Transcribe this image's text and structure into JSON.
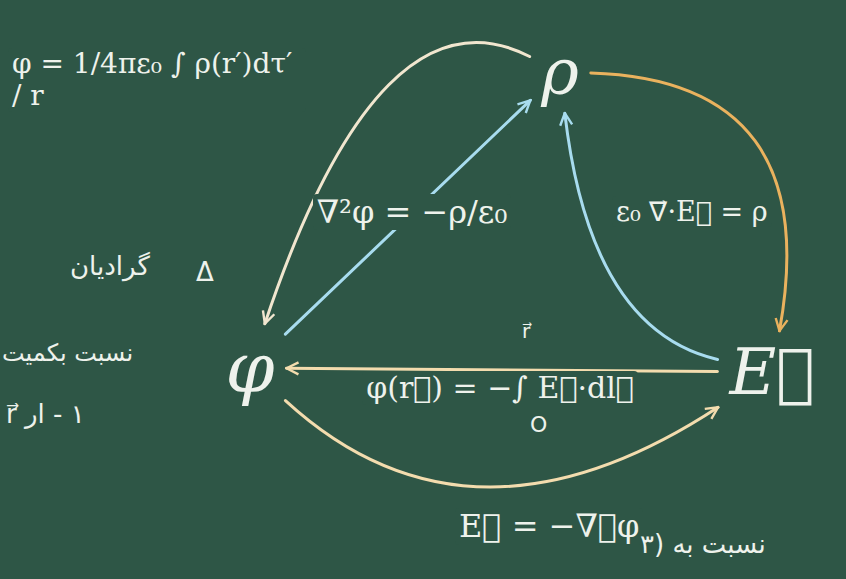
{
  "diagram": {
    "nodes": [
      {
        "text": [
          "ρ"
        ]
      },
      {
        "text": [
          "φ"
        ]
      },
      {
        "text": [
          "E⃗"
        ]
      }
    ],
    "edges": [
      {
        "from": 0,
        "to": 1,
        "arrow": "to",
        "label": "φ = 1/4πε₀ ∫ ρ(r′)dτ′ / r"
      },
      {
        "from": 1,
        "to": 0,
        "arrow": "to",
        "label": "∇²φ = −ρ/ε₀"
      },
      {
        "from": 0,
        "to": 2,
        "arrow": "to"
      },
      {
        "from": 2,
        "to": 0,
        "arrow": "to",
        "label": "ε₀ ∇⃗·E⃗ = ρ"
      },
      {
        "from": 2,
        "to": 1,
        "arrow": "to",
        "label": "φ(r⃗) = −∫ E⃗·dl⃗"
      },
      {
        "from": 1,
        "to": 2,
        "arrow": "to",
        "label": "E⃗ = −∇⃗φ"
      }
    ],
    "labels": [
      "r⃗",
      "O",
      "گرادیان",
      "Δ",
      "نسبت بکمیت",
      "۱ - ار r⃗",
      "نسبت به (۳"
    ]
  }
}
